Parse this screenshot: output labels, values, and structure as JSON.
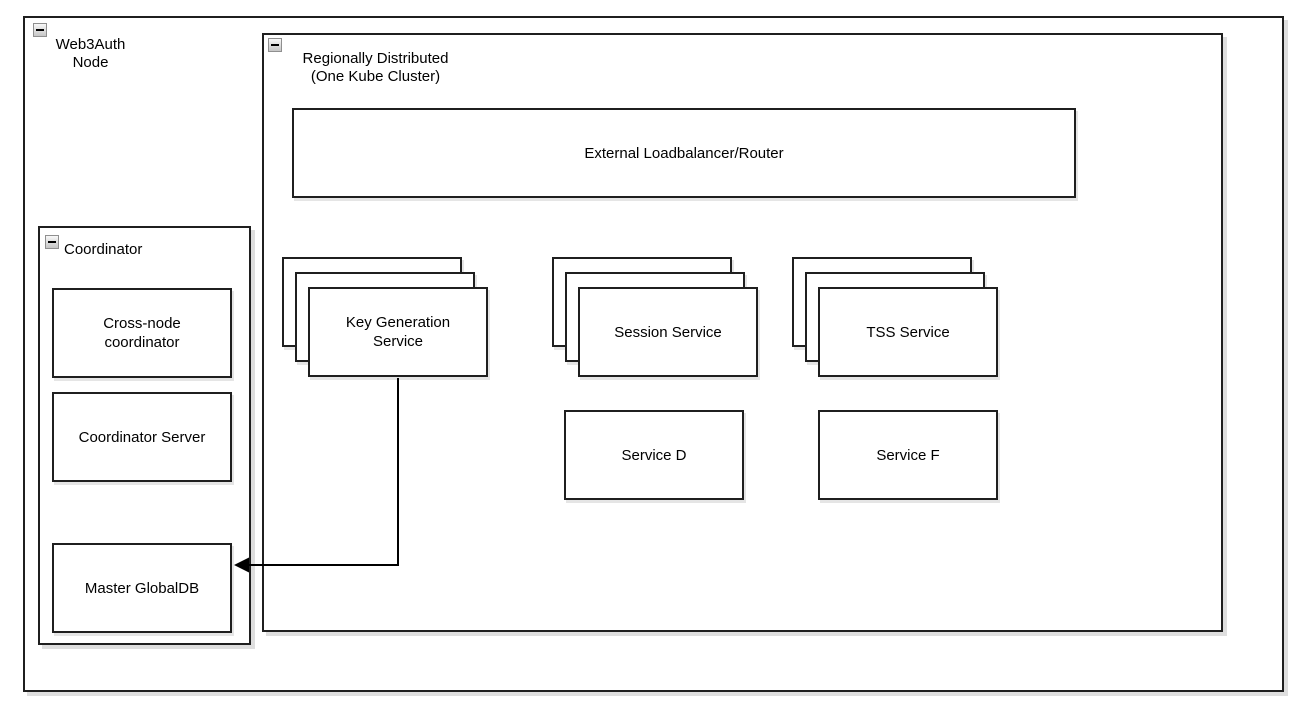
{
  "groups": {
    "web3auth_node": {
      "line1": "Web3Auth",
      "line2": "Node"
    },
    "regionally_distributed": {
      "line1": "Regionally Distributed",
      "line2": "(One Kube Cluster)"
    },
    "coordinator": {
      "label": "Coordinator"
    }
  },
  "nodes": {
    "external_loadbalancer": {
      "label": "External Loadbalancer/Router"
    },
    "key_generation_service": {
      "line1": "Key Generation",
      "line2": "Service",
      "replicas": 3
    },
    "session_service": {
      "label": "Session Service",
      "replicas": 3
    },
    "tss_service": {
      "label": "TSS Service",
      "replicas": 3
    },
    "service_d": {
      "label": "Service D"
    },
    "service_f": {
      "label": "Service F"
    },
    "cross_node_coordinator": {
      "line1": "Cross-node",
      "line2": "coordinator"
    },
    "coordinator_server": {
      "label": "Coordinator Server"
    },
    "master_globaldb": {
      "label": "Master GlobalDB"
    }
  },
  "edges": [
    {
      "from": "key_generation_service",
      "to": "master_globaldb",
      "style": "orthogonal-arrow"
    }
  ],
  "colors": {
    "border": "#1f1f1f",
    "fill": "#ffffff",
    "shadow": "#d8d8d8",
    "collapse_button": "#c6c6c6"
  }
}
